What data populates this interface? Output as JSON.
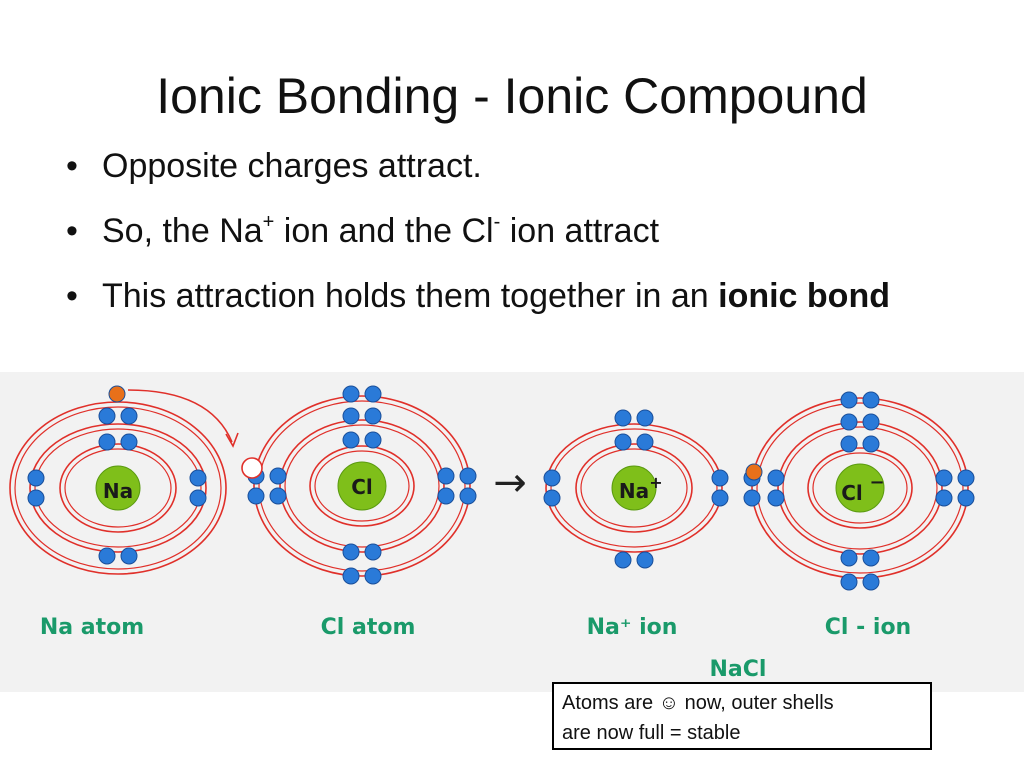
{
  "slide": {
    "title": "Ionic Bonding - Ionic Compound",
    "bullets": [
      {
        "text": "Opposite charges attract."
      },
      {
        "pre": "So, the Na",
        "sup1": "+",
        "mid": " ion and the Cl",
        "sup2": "-",
        "post": " ion attract"
      },
      {
        "pre": "This attraction holds them together in an ",
        "bold": "ionic bond"
      }
    ],
    "bullet_glyph": "•"
  },
  "diagram": {
    "labels": {
      "na_atom": "Na atom",
      "cl_atom": "Cl atom",
      "na_ion": "Na⁺ ion",
      "cl_ion": "Cl - ion",
      "compound": "NaCl"
    },
    "nuclei": {
      "na": "Na",
      "cl": "Cl",
      "na_ion": "Na",
      "na_ion_charge": "+",
      "cl_ion": "Cl",
      "cl_ion_charge": "−"
    },
    "arrow": "→",
    "colors": {
      "shell": "#e0302a",
      "nucleus": "#7fbf1a",
      "electron": "#2a7ad8",
      "transferred_electron": "#e8701a",
      "label": "#1a9a6a"
    }
  },
  "note": {
    "line1": "Atoms are ☺ now,  outer shells",
    "line2": "are now full = stable"
  }
}
